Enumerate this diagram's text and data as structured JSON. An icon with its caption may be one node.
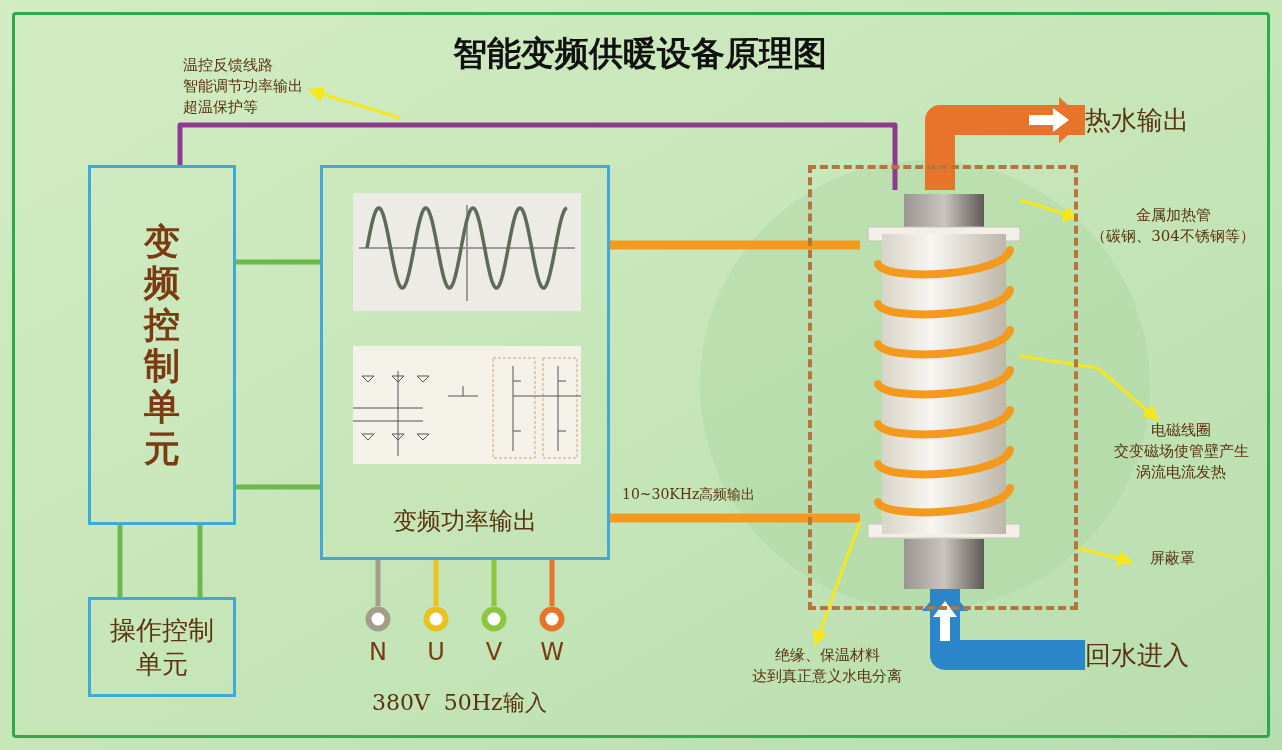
{
  "diagram": {
    "title": "智能变频供暖设备原理图",
    "nodes": [
      {
        "text": [
          "变频控制单元"
        ]
      },
      {
        "text": [
          "变频功率输出"
        ]
      },
      {
        "text": [],
        "shape": "picture",
        "in": 1
      },
      {
        "text": [],
        "shape": "picture",
        "in": 1
      },
      {
        "text": [
          "操作控制单元"
        ]
      },
      {
        "text": [],
        "shape": "box"
      },
      {
        "text": [],
        "shape": "picture",
        "in": 5
      },
      {
        "text": [
          "热水输出"
        ]
      },
      {
        "text": [
          "回水进入"
        ]
      },
      {
        "text": [
          "N"
        ]
      },
      {
        "text": [
          "U"
        ]
      },
      {
        "text": [
          "V"
        ]
      },
      {
        "text": [
          "W"
        ]
      },
      {
        "text": [
          "温控反馈线路",
          "智能调节功率输出",
          "超温保护等"
        ]
      },
      {
        "text": [
          "金属加热管",
          "（碳钢、304不锈钢等）"
        ]
      },
      {
        "text": [
          "电磁线圈",
          "交变磁场使管壁产生涡流电流发热"
        ]
      },
      {
        "text": [
          "屏蔽罩"
        ]
      },
      {
        "text": [
          "绝缘、保温材料",
          "达到真正意义水电分离"
        ]
      }
    ],
    "edges": [
      {
        "from": 0,
        "to": 1,
        "arrow": "none",
        "color": "#6db84a"
      },
      {
        "from": 0,
        "to": 1,
        "arrow": "none",
        "color": "#6db84a"
      },
      {
        "from": 0,
        "to": 4,
        "arrow": "none",
        "color": "#6db84a"
      },
      {
        "from": 0,
        "to": 4,
        "arrow": "none",
        "color": "#6db84a"
      },
      {
        "from": 0,
        "to": 6,
        "arrow": "none",
        "color": "#8e3a8e"
      },
      {
        "from": 1,
        "to": 6,
        "arrow": "none",
        "style": "thick",
        "color": "#f39a1e"
      },
      {
        "from": 1,
        "to": 6,
        "arrow": "none",
        "style": "thick",
        "color": "#f39a1e",
        "label": "10~30KHz高频输出"
      },
      {
        "from": 9,
        "to": 1,
        "arrow": "none",
        "color": "#a39e8a"
      },
      {
        "from": 10,
        "to": 1,
        "arrow": "none",
        "color": "#e8c21e"
      },
      {
        "from": 11,
        "to": 1,
        "arrow": "none",
        "color": "#8cc63f"
      },
      {
        "from": 12,
        "to": 1,
        "arrow": "none",
        "color": "#e8732a"
      },
      {
        "from": 6,
        "to": 7,
        "arrow": "to",
        "style": "thick",
        "color": "#e8732a"
      },
      {
        "from": 8,
        "to": 6,
        "arrow": "to",
        "style": "thick",
        "color": "#2a86c8"
      },
      {
        "from": null,
        "to": 13,
        "arrow": "to",
        "color": "#f5e61e"
      },
      {
        "from": 6,
        "to": 14,
        "arrow": "to",
        "color": "#f5e61e"
      },
      {
        "from": 6,
        "to": 15,
        "arrow": "to",
        "color": "#f5e61e"
      },
      {
        "from": 5,
        "to": 16,
        "arrow": "to",
        "color": "#f5e61e"
      },
      {
        "from": 6,
        "to": 17,
        "arrow": "to",
        "color": "#f5e61e"
      }
    ],
    "labels": [
      "380V  50Hz输入"
    ]
  }
}
